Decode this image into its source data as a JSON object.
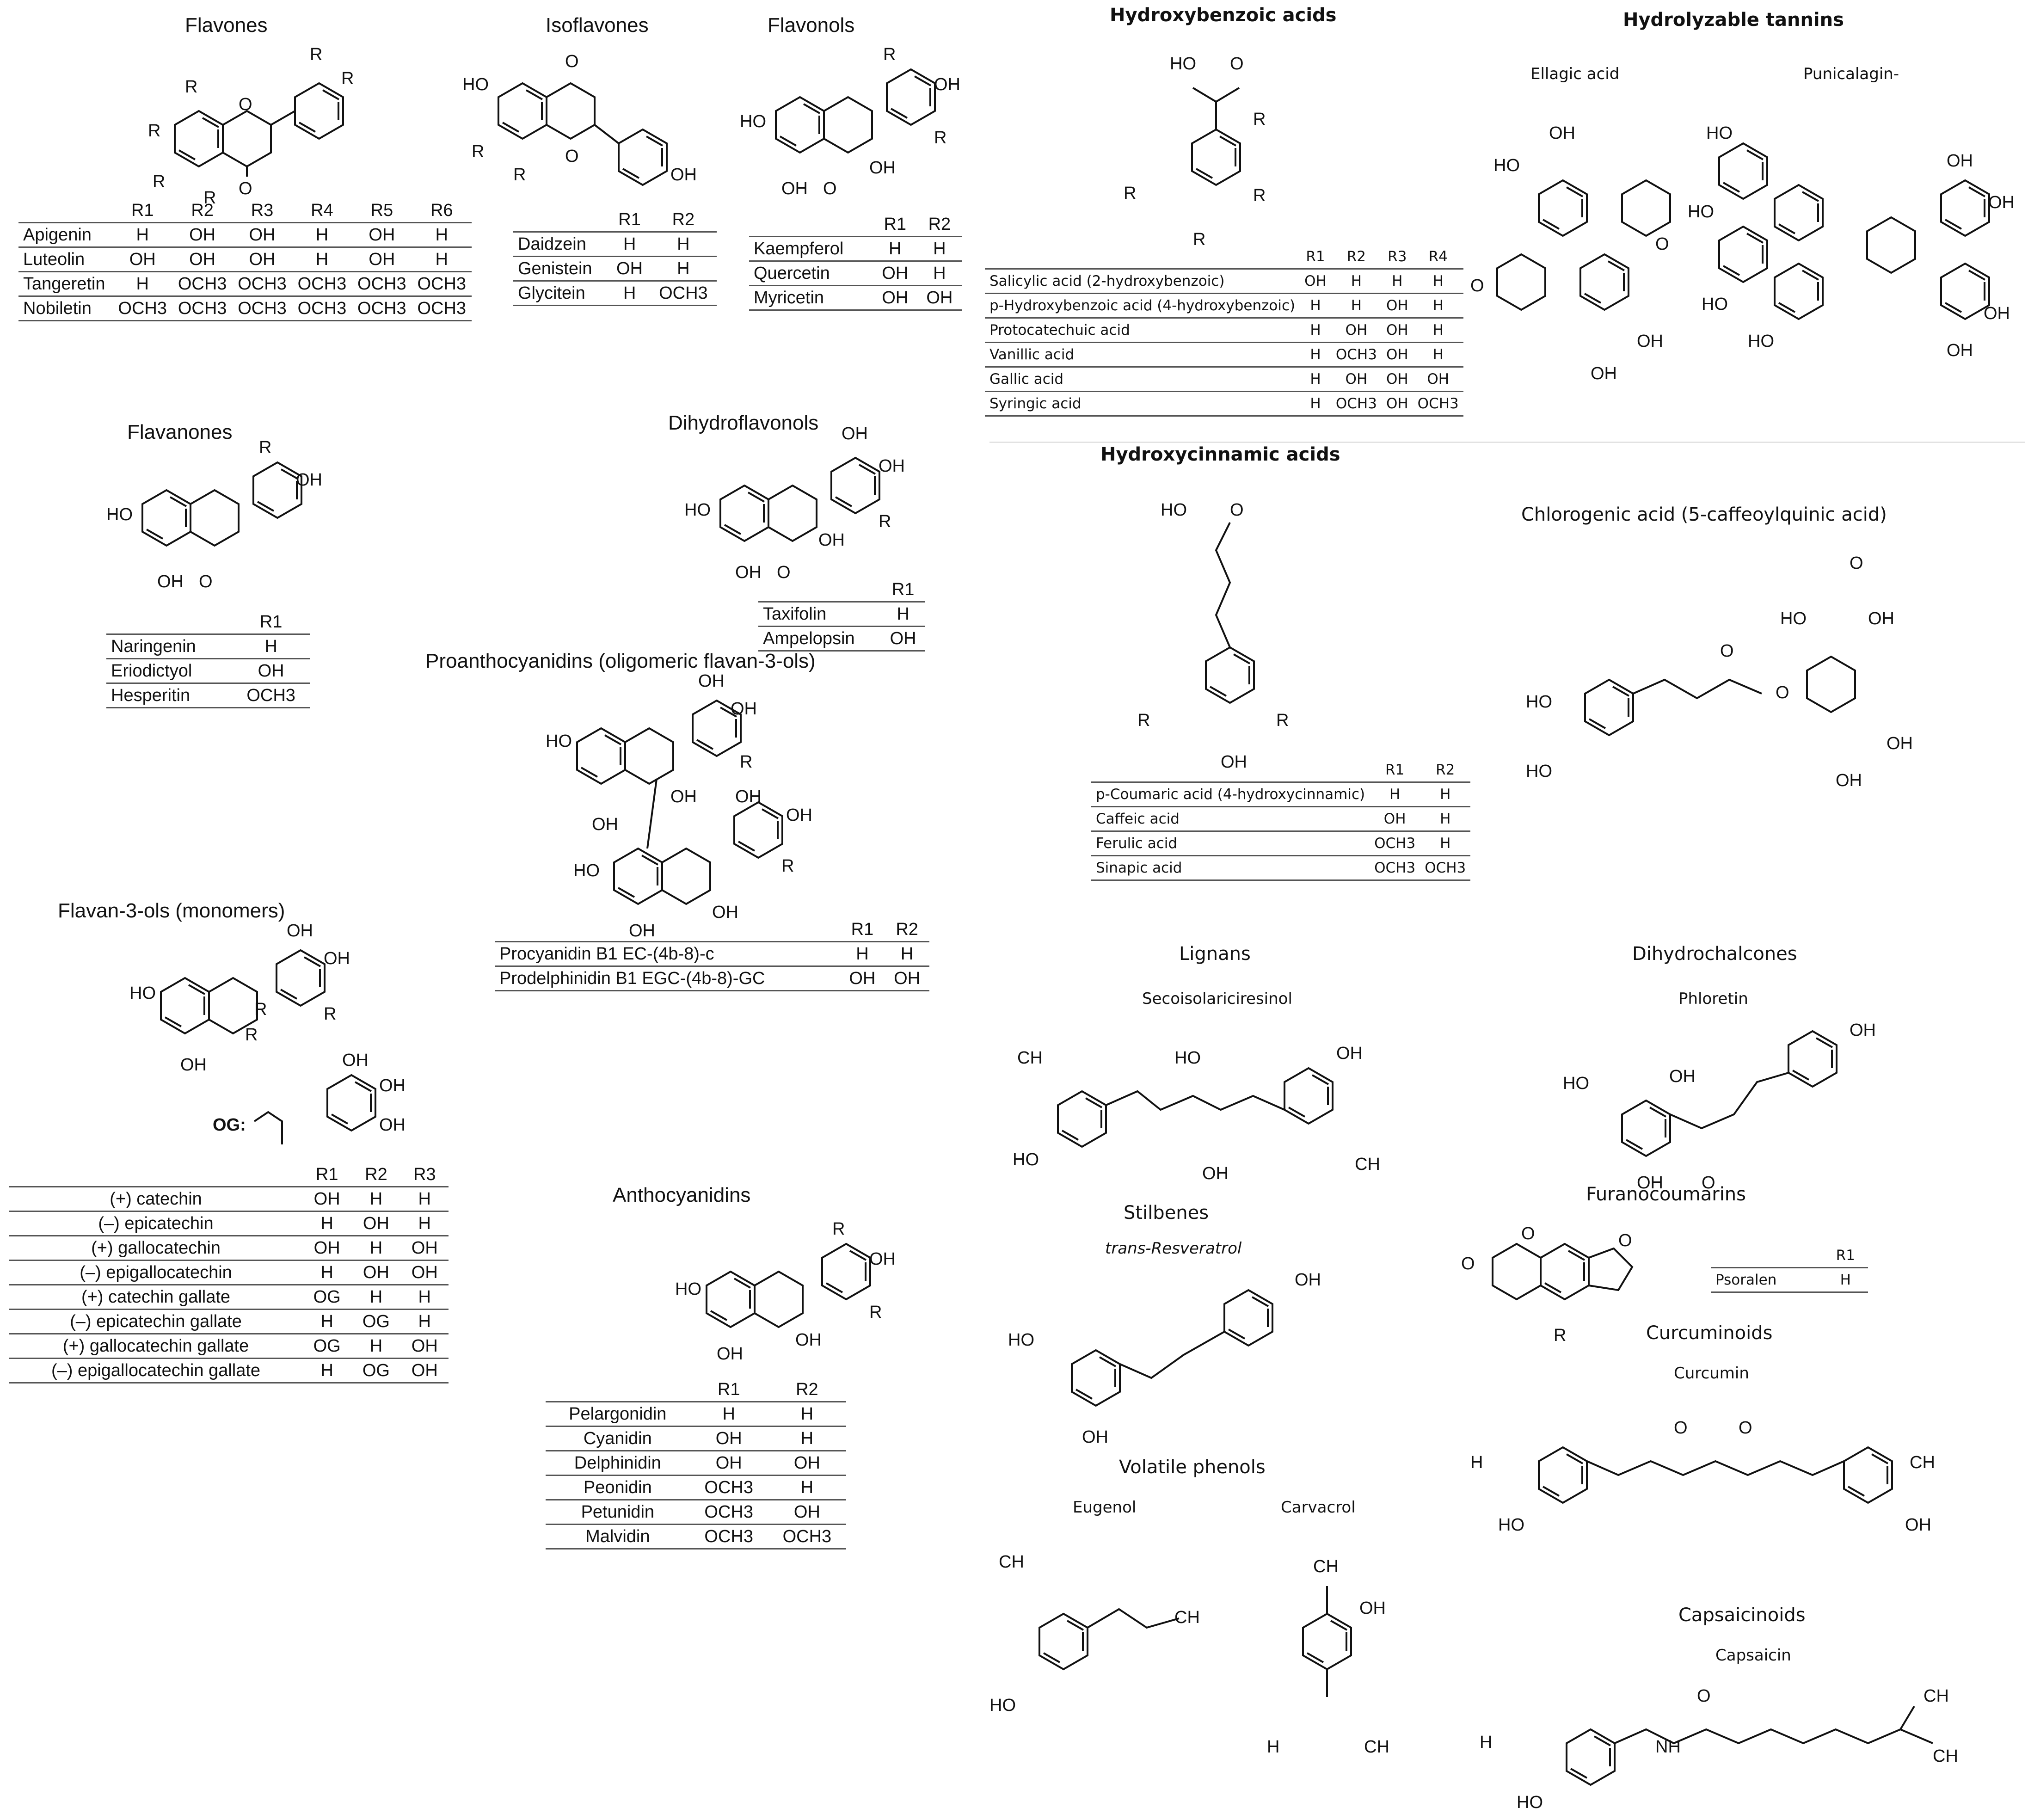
{
  "flavones": {
    "title": "Flavones",
    "head": [
      "",
      "R1",
      "R2",
      "R3",
      "R4",
      "R5",
      "R6"
    ],
    "rows": [
      [
        "Apigenin",
        "H",
        "OH",
        "OH",
        "H",
        "OH",
        "H"
      ],
      [
        "Luteolin",
        "OH",
        "OH",
        "OH",
        "H",
        "OH",
        "H"
      ],
      [
        "Tangeretin",
        "H",
        "OCH3",
        "OCH3",
        "OCH3",
        "OCH3",
        "OCH3"
      ],
      [
        "Nobiletin",
        "OCH3",
        "OCH3",
        "OCH3",
        "OCH3",
        "OCH3",
        "OCH3"
      ]
    ]
  },
  "isoflavones": {
    "title": "Isoflavones",
    "head": [
      "",
      "R1",
      "R2"
    ],
    "rows": [
      [
        "Daidzein",
        "H",
        "H"
      ],
      [
        "Genistein",
        "OH",
        "H"
      ],
      [
        "Glycitein",
        "H",
        "OCH3"
      ]
    ]
  },
  "flavonols": {
    "title": "Flavonols",
    "head": [
      "",
      "R1",
      "R2"
    ],
    "rows": [
      [
        "Kaempferol",
        "H",
        "H"
      ],
      [
        "Quercetin",
        "OH",
        "H"
      ],
      [
        "Myricetin",
        "OH",
        "OH"
      ]
    ]
  },
  "flavanones": {
    "title": "Flavanones",
    "head": [
      "",
      "R1"
    ],
    "rows": [
      [
        "Naringenin",
        "H"
      ],
      [
        "Eriodictyol",
        "OH"
      ],
      [
        "Hesperitin",
        "OCH3"
      ]
    ]
  },
  "dihydroflavonols": {
    "title": "Dihydroflavonols",
    "head": [
      "",
      "R1"
    ],
    "rows": [
      [
        "Taxifolin",
        "H"
      ],
      [
        "Ampelopsin",
        "OH"
      ]
    ]
  },
  "proanthocyanidins": {
    "title": "Proanthocyanidins (oligomeric flavan-3-ols)",
    "head": [
      "",
      "R1",
      "R2"
    ],
    "rows": [
      [
        "Procyanidin B1 EC-(4b-8)-c",
        "H",
        "H"
      ],
      [
        "Prodelphinidin B1 EGC-(4b-8)-GC",
        "OH",
        "OH"
      ]
    ]
  },
  "flavan3ols": {
    "title": "Flavan-3-ols (monomers)",
    "og_label": "OG:",
    "head": [
      "",
      "R1",
      "R2",
      "R3"
    ],
    "rows": [
      [
        "(+) catechin",
        "OH",
        "H",
        "H"
      ],
      [
        "(–) epicatechin",
        "H",
        "OH",
        "H"
      ],
      [
        "(+) gallocatechin",
        "OH",
        "H",
        "OH"
      ],
      [
        "(–) epigallocatechin",
        "H",
        "OH",
        "OH"
      ],
      [
        "(+) catechin gallate",
        "OG",
        "H",
        "H"
      ],
      [
        "(–) epicatechin gallate",
        "H",
        "OG",
        "H"
      ],
      [
        "(+) gallocatechin gallate",
        "OG",
        "H",
        "OH"
      ],
      [
        "(–) epigallocatechin gallate",
        "H",
        "OG",
        "OH"
      ]
    ]
  },
  "anthocyanidins": {
    "title": "Anthocyanidins",
    "head": [
      "",
      "R1",
      "R2"
    ],
    "rows": [
      [
        "Pelargonidin",
        "H",
        "H"
      ],
      [
        "Cyanidin",
        "OH",
        "H"
      ],
      [
        "Delphinidin",
        "OH",
        "OH"
      ],
      [
        "Peonidin",
        "OCH3",
        "H"
      ],
      [
        "Petunidin",
        "OCH3",
        "OH"
      ],
      [
        "Malvidin",
        "OCH3",
        "OCH3"
      ]
    ]
  },
  "hydroxybenzoic": {
    "title": "Hydroxybenzoic acids",
    "head": [
      "",
      "R1",
      "R2",
      "R3",
      "R4"
    ],
    "rows": [
      [
        "Salicylic acid (2-hydroxybenzoic)",
        "OH",
        "H",
        "H",
        "H"
      ],
      [
        "p-Hydroxybenzoic acid (4-hydroxybenzoic)",
        "H",
        "H",
        "OH",
        "H"
      ],
      [
        "Protocatechuic acid",
        "H",
        "OH",
        "OH",
        "H"
      ],
      [
        "Vanillic acid",
        "H",
        "OCH3",
        "OH",
        "H"
      ],
      [
        "Gallic acid",
        "H",
        "OH",
        "OH",
        "OH"
      ],
      [
        "Syringic acid",
        "H",
        "OCH3",
        "OH",
        "OCH3"
      ]
    ]
  },
  "tannins": {
    "title": "Hydrolyzable tannins",
    "ellagic": "Ellagic acid",
    "punicalagin": "Punicalagin-"
  },
  "hydroxycinnamic": {
    "title": "Hydroxycinnamic acids",
    "head": [
      "",
      "R1",
      "R2"
    ],
    "rows": [
      [
        "p-Coumaric acid (4-hydroxycinnamic)",
        "H",
        "H"
      ],
      [
        "Caffeic acid",
        "OH",
        "H"
      ],
      [
        "Ferulic acid",
        "OCH3",
        "H"
      ],
      [
        "Sinapic acid",
        "OCH3",
        "OCH3"
      ]
    ]
  },
  "chlorogenic": {
    "title": "Chlorogenic acid (5-caffeoylquinic acid)"
  },
  "lignans": {
    "title": "Lignans",
    "compound": "Secoisolariciresinol"
  },
  "dihydrochalcones": {
    "title": "Dihydrochalcones",
    "compound": "Phloretin"
  },
  "stilbenes": {
    "title": "Stilbenes",
    "compound": "trans-Resveratrol"
  },
  "furanocoumarins": {
    "title": "Furanocoumarins",
    "head": [
      "",
      "R1"
    ],
    "rows": [
      [
        "Psoralen",
        "H"
      ]
    ]
  },
  "curcuminoids": {
    "title": "Curcuminoids",
    "compound": "Curcumin"
  },
  "volatile_phenols": {
    "title": "Volatile phenols",
    "eugenol": "Eugenol",
    "carvacrol": "Carvacrol"
  },
  "capsaicinoids": {
    "title": "Capsaicinoids",
    "compound": "Capsaicin"
  }
}
